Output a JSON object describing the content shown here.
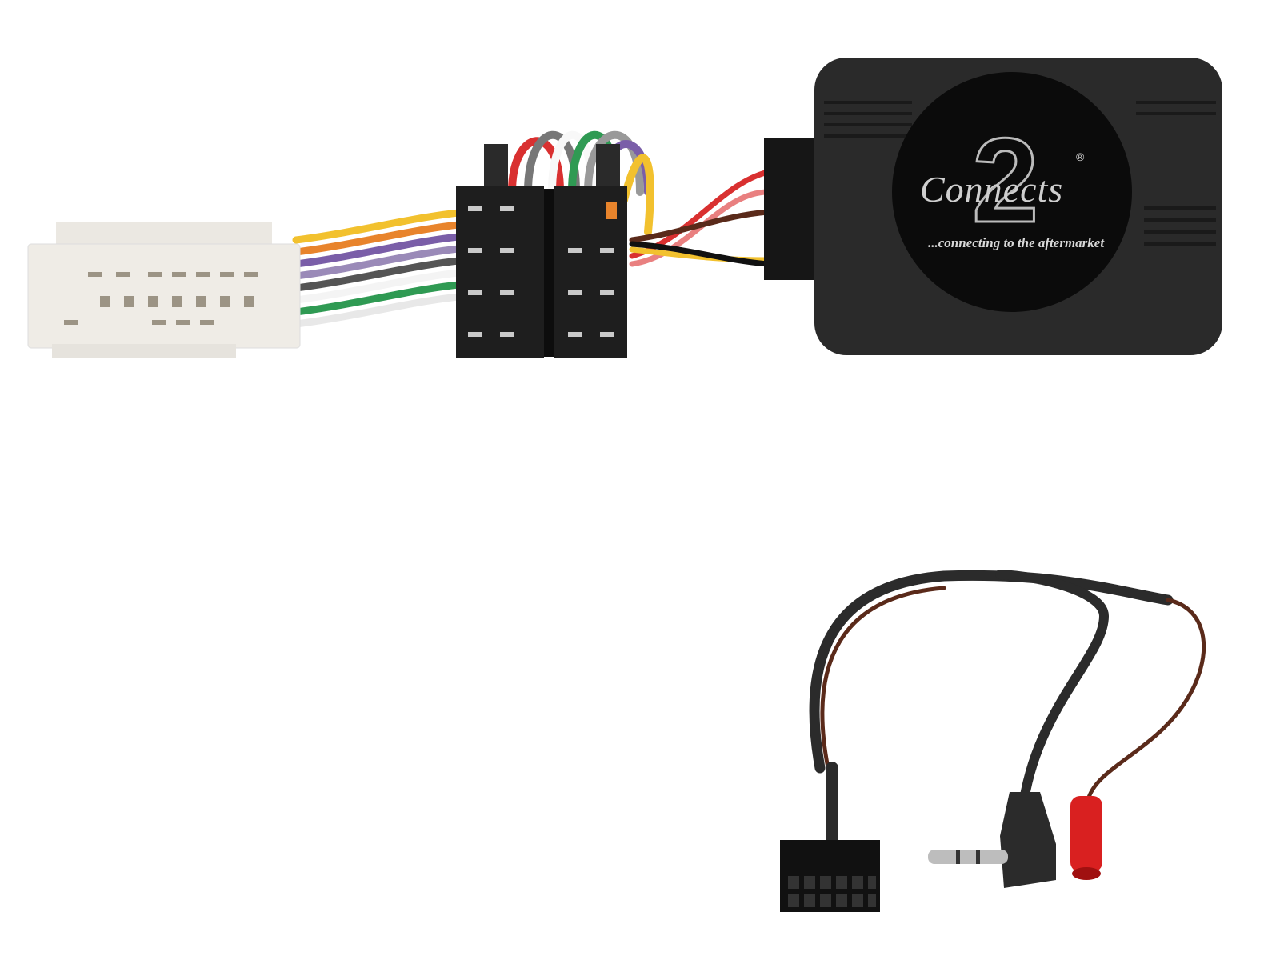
{
  "product": {
    "brand_logo_script": "Connects",
    "brand_logo_numeral": "2",
    "brand_registered_mark": "®",
    "tagline": "...connecting to the aftermarket"
  },
  "components": [
    {
      "name": "white-vehicle-harness-plug",
      "color": "#ece9e3"
    },
    {
      "name": "iso-connector-pair",
      "color": "#1c1c1c"
    },
    {
      "name": "interface-module-box",
      "color": "#2a2a2a"
    },
    {
      "name": "patch-lead-12pin-connector",
      "color": "#111111"
    },
    {
      "name": "3.5mm-right-angle-jack",
      "color": "#2b2b2b"
    },
    {
      "name": "red-spade-connector",
      "color": "#d92020"
    }
  ],
  "wire_colors": [
    "#f2c12e",
    "#e8842c",
    "#7a5ea8",
    "#ffffff",
    "#2f9a53",
    "#888888",
    "#d93030",
    "#5a2a1a",
    "#111111",
    "#e98080"
  ]
}
